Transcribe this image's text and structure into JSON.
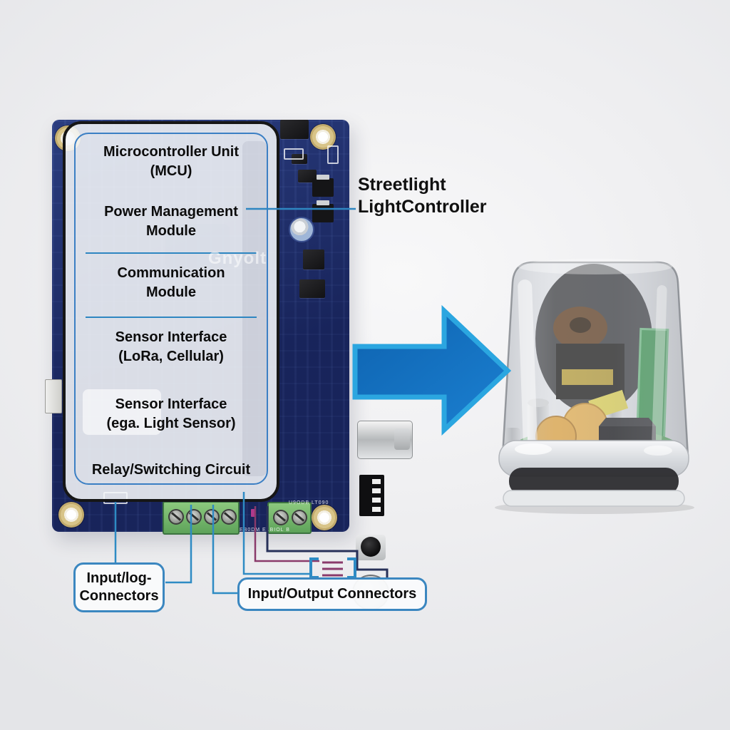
{
  "diagram": {
    "title": {
      "line1": "Streetlight",
      "line2": "LightController"
    },
    "board": {
      "watermark": "Gnyolt",
      "silkscreen": [
        "U9ODB LT090",
        "EB0DM E1BIOL B"
      ],
      "modules": [
        {
          "line1": "Microcontroller Unit",
          "line2": "(MCU)"
        },
        {
          "line1": "Power Management",
          "line2": "Module"
        },
        {
          "line1": "Communication",
          "line2": "Module"
        },
        {
          "line1": "Sensor Interface",
          "line2": "(LoRa, Cellular)"
        },
        {
          "line1": "Sensor Interface",
          "line2": "(ega. Light Sensor)"
        },
        {
          "line1": "Relay/Switching Circuit",
          "line2": ""
        }
      ]
    },
    "labels": {
      "input_log": {
        "line1": "Input/log-",
        "line2": "Connectors"
      },
      "input_output": "Input/Output Connectors"
    },
    "colors": {
      "pcb_blue": "#20306f",
      "arrow_fill": "#1170c2",
      "arrow_stroke": "#2ba6e0",
      "line_blue": "#2e8bc4",
      "line_purple": "#8a3a6b",
      "line_navy": "#283159",
      "label_border": "#3b87c0"
    }
  }
}
